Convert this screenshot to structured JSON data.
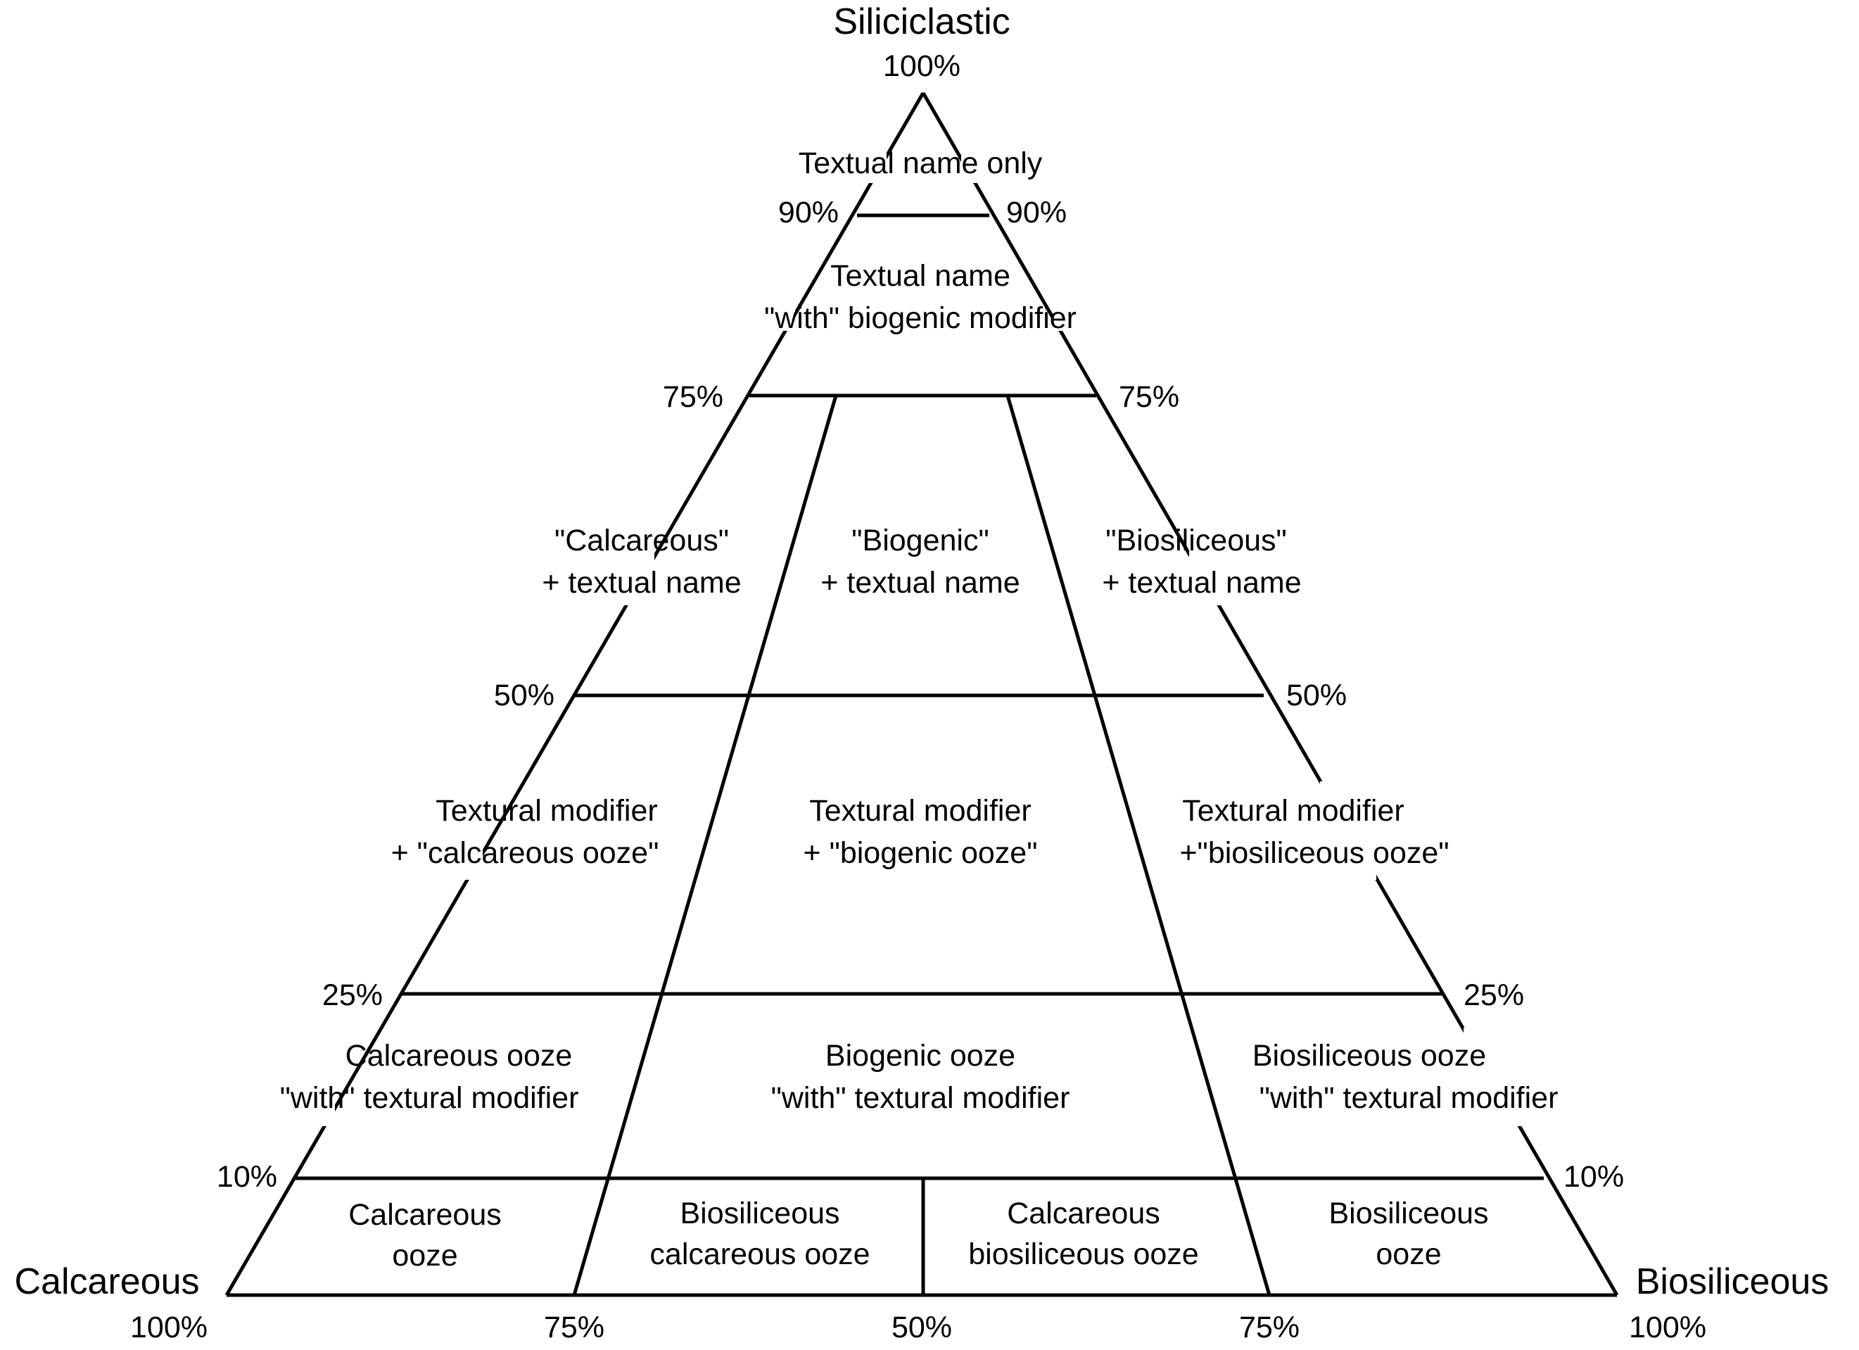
{
  "corners": {
    "top": {
      "name": "Siliciclastic",
      "pct": "100%"
    },
    "left": {
      "name": "Calcareous",
      "pct": "100%"
    },
    "right": {
      "name": "Biosiliceous",
      "pct": "100%"
    }
  },
  "side_ticks": {
    "t90": "90%",
    "t75": "75%",
    "t50": "50%",
    "t25": "25%",
    "t10": "10%"
  },
  "base_ticks": {
    "left75": "75%",
    "mid50": "50%",
    "right75": "75%"
  },
  "regions": {
    "textual_only": [
      "Textual name only"
    ],
    "textual_with_bio": [
      "Textual name",
      "\"with\" biogenic modifier"
    ],
    "calc_textual": [
      "\"Calcareous\"",
      "+ textual name"
    ],
    "bio_textual": [
      "\"Biogenic\"",
      "+ textual name"
    ],
    "biosil_textual": [
      "\"Biosiliceous\"",
      "+ textual name"
    ],
    "tm_calc_ooze": [
      "Textural modifier",
      "+ \"calcareous ooze\""
    ],
    "tm_bio_ooze": [
      "Textural modifier",
      "+ \"biogenic ooze\""
    ],
    "tm_biosil_ooze": [
      "Textural modifier",
      "+\"biosiliceous ooze\""
    ],
    "calc_ooze_with": [
      "Calcareous ooze",
      "\"with\" textural modifier"
    ],
    "bio_ooze_with": [
      "Biogenic ooze",
      "\"with\" textural modifier"
    ],
    "biosil_ooze_with": [
      "Biosiliceous ooze",
      "\"with\" textural modifier"
    ],
    "calc_ooze": [
      "Calcareous",
      "ooze"
    ],
    "biosil_calc_ooze": [
      "Biosiliceous",
      "calcareous ooze"
    ],
    "calc_biosil_ooze": [
      "Calcareous",
      "biosiliceous ooze"
    ],
    "biosil_ooze": [
      "Biosiliceous",
      "ooze"
    ]
  }
}
